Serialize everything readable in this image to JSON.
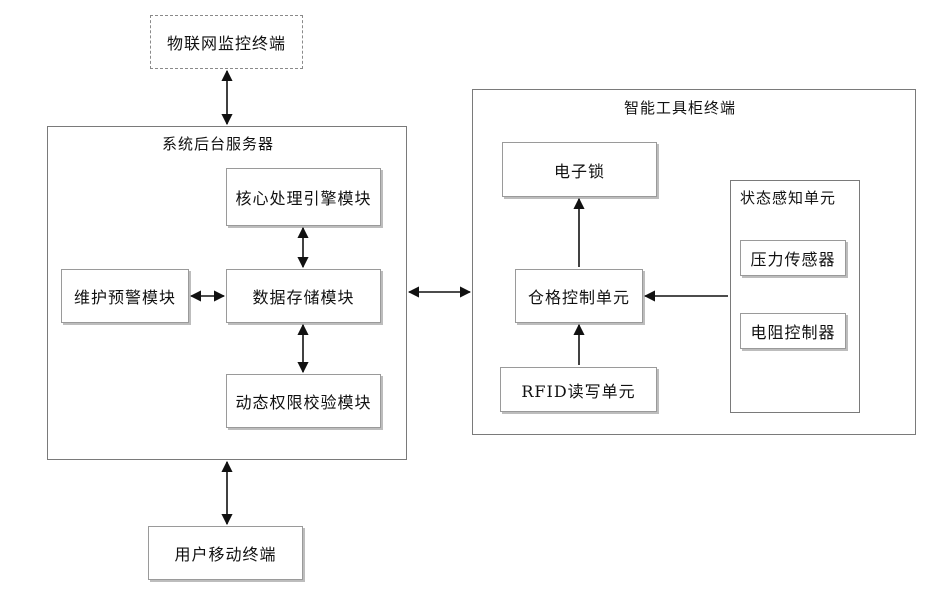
{
  "nodes": {
    "iot_terminal": "物联网监控终端",
    "system_server": "系统后台服务器",
    "core_engine": "核心处理引擎模块",
    "data_storage": "数据存储模块",
    "maintenance_alert": "维护预警模块",
    "dynamic_permission": "动态权限校验模块",
    "user_mobile": "用户移动终端",
    "smart_cabinet": "智能工具柜终端",
    "electronic_lock": "电子锁",
    "compartment_control": "仓格控制单元",
    "rfid_unit": "RFID读写单元",
    "state_sensing": "状态感知单元",
    "pressure_sensor": "压力传感器",
    "resistance_controller": "电阻控制器"
  }
}
